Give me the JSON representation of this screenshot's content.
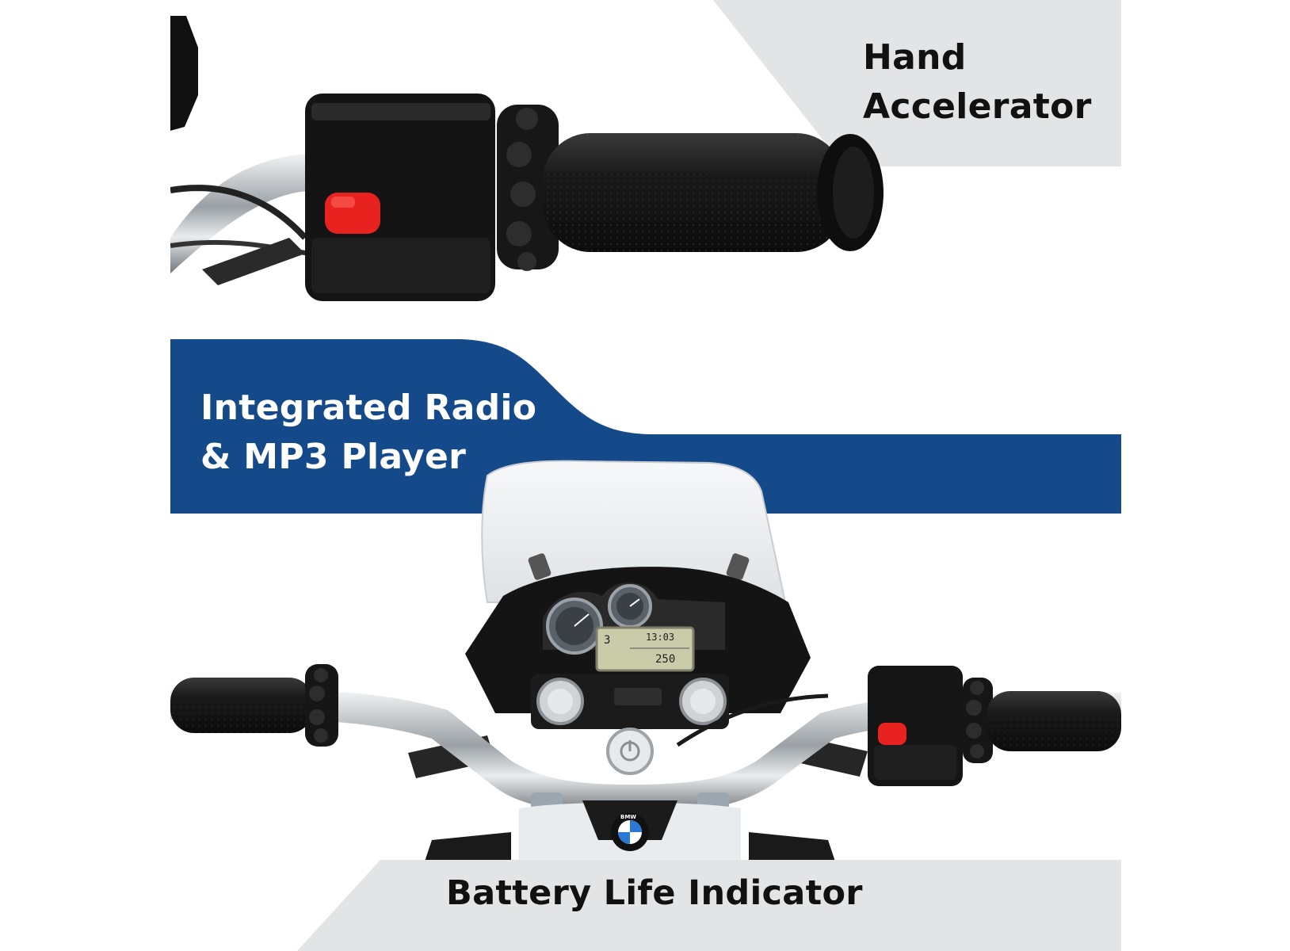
{
  "labels": {
    "hand_accelerator": [
      "Hand",
      "Accelerator"
    ],
    "radio_mp3": [
      "Integrated Radio",
      "& MP3 Player"
    ],
    "battery": "Battery Life Indicator"
  },
  "dashboard": {
    "gear": "3",
    "clock": "13:03",
    "odometer": "250",
    "logo": "BMW"
  },
  "colors": {
    "brand_blue": "#154a8a",
    "panel_gray": "#e3e4e6",
    "grip_black": "#1c1c1c",
    "button_red": "#e8231f",
    "chrome": "#bfc4c8"
  }
}
